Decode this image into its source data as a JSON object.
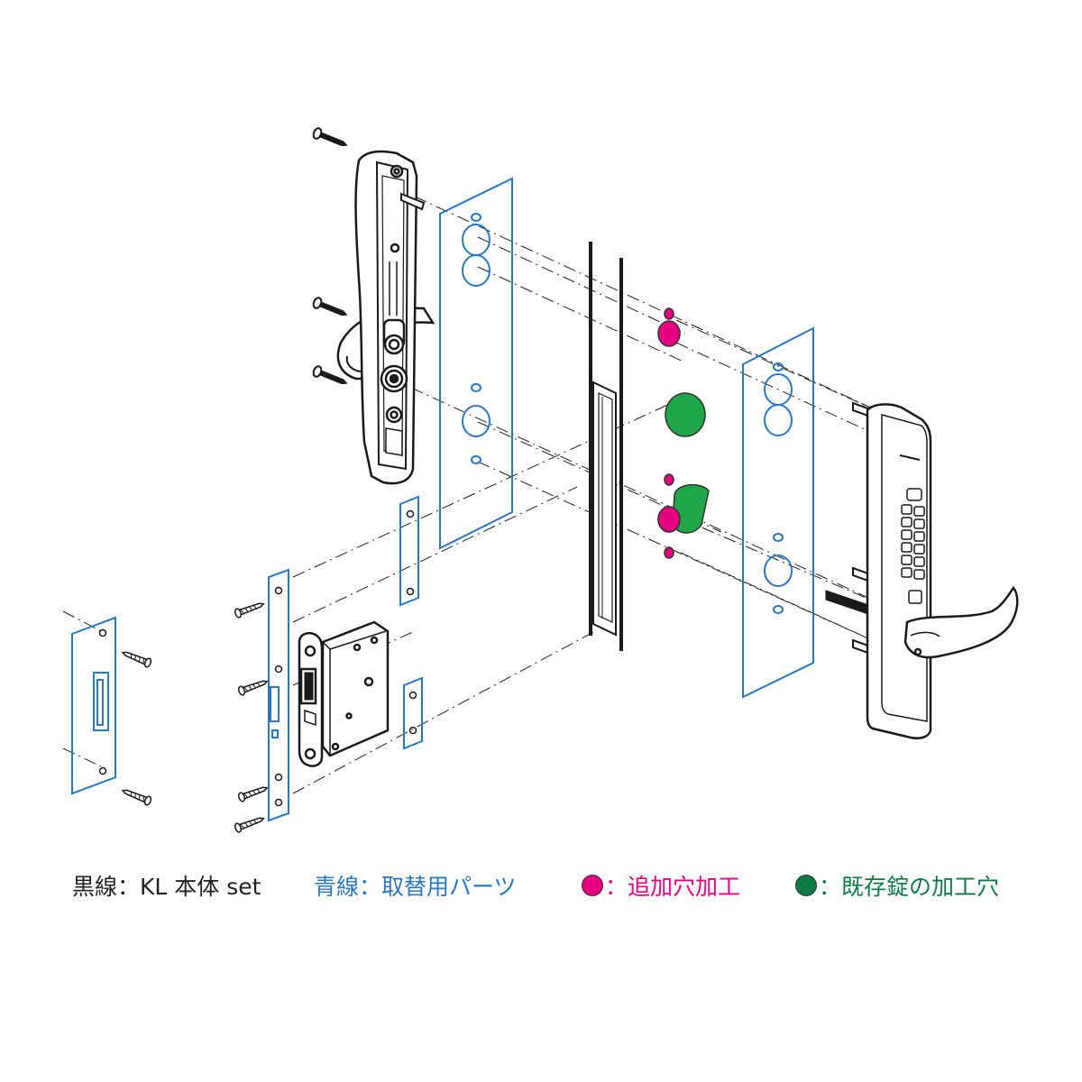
{
  "legend": {
    "black_line": "黒線：KL 本体 set",
    "blue_line": "青線：取替用パーツ",
    "magenta": {
      "label": "：追加穴加工",
      "color": "#e4007f"
    },
    "green": {
      "label": "：既存錠の加工穴",
      "color": "#0f7a47"
    }
  },
  "colors": {
    "black_parts": "#1a1a1a",
    "blue_parts": "#2a78c2",
    "magenta_holes": "#e4007f",
    "green_holes": "#1fa64a"
  }
}
